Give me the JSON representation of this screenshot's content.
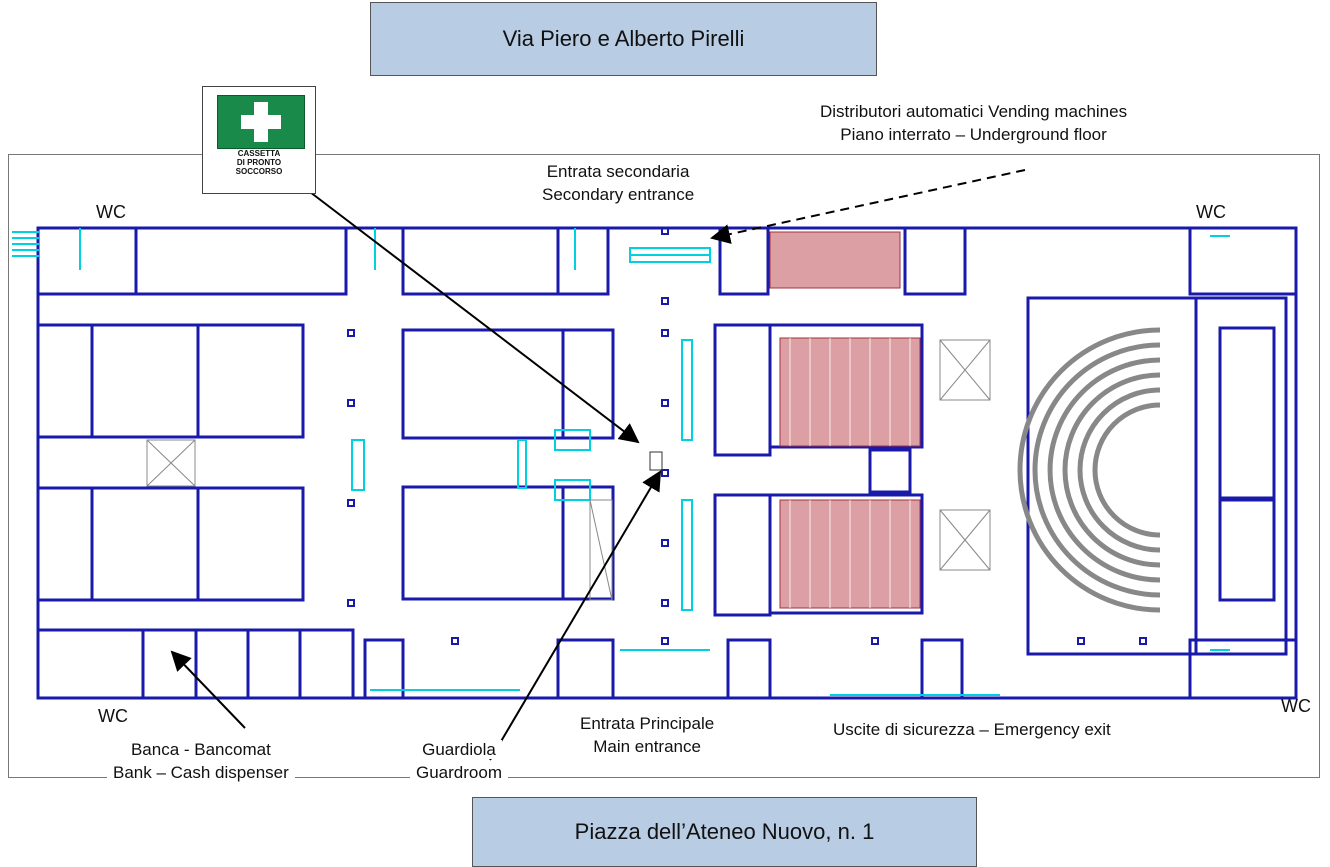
{
  "street_top": "Via Piero e Alberto Pirelli",
  "street_bottom": "Piazza dell’Ateneo Nuovo, n. 1",
  "first_aid": {
    "icon": "first-aid-sign-icon",
    "line1": "CASSETTA",
    "line2": "DI PRONTO",
    "line3": "SOCCORSO"
  },
  "vending": {
    "line1": "Distributori automatici Vending machines",
    "line2": "Piano interrato – Underground floor"
  },
  "secondary_entrance": {
    "line1": "Entrata secondaria",
    "line2": "Secondary entrance"
  },
  "main_entrance": {
    "line1": "Entrata Principale",
    "line2": "Main entrance"
  },
  "emergency_exit": "Uscite di sicurezza – Emergency exit",
  "bank": {
    "line1": "Banca - Bancomat",
    "line2": "Bank – Cash dispenser"
  },
  "guardroom": {
    "line1": "Guardiola",
    "line2": "Guardroom"
  },
  "wc": {
    "top_left": "WC",
    "top_right": "WC",
    "bottom_left": "WC",
    "bottom_right": "WC"
  },
  "colors": {
    "wall": "#1a1aaa",
    "fixture": "#00d0e0",
    "seating": "#c0505a",
    "street_box": "#b8cce4"
  }
}
